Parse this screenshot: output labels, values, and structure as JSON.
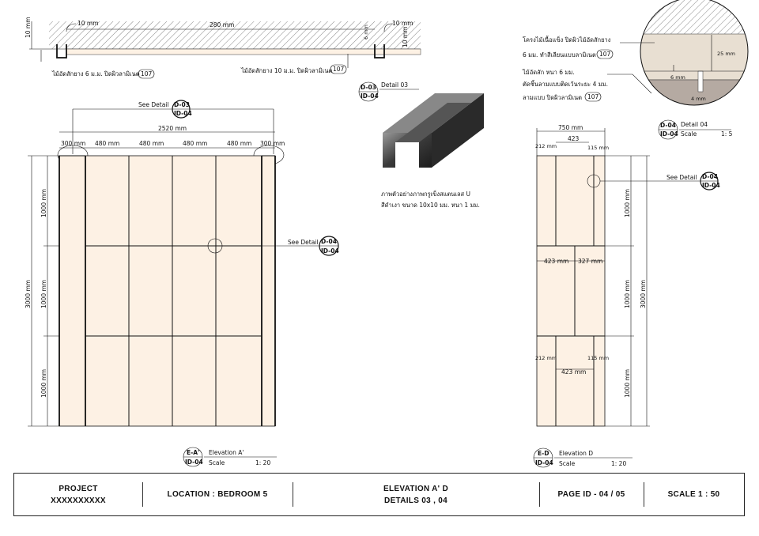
{
  "top_section": {
    "dim_10mm_left": "10 mm",
    "dim_10mm_gap_left": "10 mm",
    "dim_280mm": "280 mm",
    "dim_6mm": "6 mm",
    "dim_10mm_right_a": "10 mm",
    "dim_10mm_right_b": "10 mm",
    "note_left_thai": "ไม้อัดสักยาง 6 ม.ม. ปิดผิวลามิเนต",
    "note_left_tag": "107",
    "note_right_thai": "ไม้อัดสักยาง 10 ม.ม. ปิดผิวลามิเนต",
    "note_right_tag": "107"
  },
  "detail_03": {
    "tag_top": "D-03",
    "tag_bottom": "ID-04",
    "title": "Detail 03",
    "caption_line1": "ภาพตัวอย่างภาพกรูเข็งสแตนเลส U",
    "caption_line2": "สีดำเงา ขนาด 10x10 มม. หนา 1 มม."
  },
  "detail_04": {
    "note1_line1": "โครงไม้เนื้อแข็ง ปิดผิวไม้อัดสักยาง",
    "note1_line2": "6 มม. ทำสีเลียนแบบลามิเนต",
    "note1_tag": "107",
    "note2_line1": "ไม้อัดสัก หนา 6 มม.",
    "note2_line2": "ตัดชิ้นลามแบบติดเว้นระยะ 4 มม.",
    "note2_line3": "ลามแบบ ปิดผิวลามิเนต",
    "note2_tag": "107",
    "dim_25mm": "25 mm",
    "dim_6mm": "6 mm",
    "dim_4mm": "4 mm",
    "tag_top": "D-04",
    "tag_bottom": "ID-04",
    "title": "Detail 04",
    "scale_label": "Scale",
    "scale_value": "1: 5"
  },
  "elevation_a": {
    "see_detail_d03_label": "See Detail",
    "see_detail_d03_top": "D-03",
    "see_detail_d03_bottom": "ID-04",
    "dim_total": "2520 mm",
    "dim_cols": [
      "300 mm",
      "480 mm",
      "480 mm",
      "480 mm",
      "480 mm",
      "300 mm"
    ],
    "dim_height_total": "3000 mm",
    "dim_rows": [
      "1000 mm",
      "1000 mm",
      "1000 mm"
    ],
    "see_detail_d04_label": "See Detail",
    "see_detail_d04_top": "D-04",
    "see_detail_d04_bottom": "ID-04",
    "tag_top": "E-A'",
    "tag_bottom": "ID-04",
    "title": "Elevation A'",
    "scale_label": "Scale",
    "scale_value": "1: 20"
  },
  "elevation_d": {
    "dim_total_width": "750 mm",
    "dim_423_top": "423",
    "dim_212_top": "212 mm",
    "dim_115_top": "115 mm",
    "dim_423_mid": "423 mm",
    "dim_327_mid": "327 mm",
    "dim_212_low": "212 mm",
    "dim_115_low": "115 mm",
    "dim_423_low": "423 mm",
    "dim_rows": [
      "1000 mm",
      "1000 mm",
      "1000 mm"
    ],
    "dim_height_total": "3000 mm",
    "see_detail_label": "See Detail",
    "see_detail_top": "D-04",
    "see_detail_bottom": "ID-04",
    "tag_top": "E-D",
    "tag_bottom": "ID-04",
    "title": "Elevation D",
    "scale_label": "Scale",
    "scale_value": "1: 20"
  },
  "title_block": {
    "project_label": "PROJECT",
    "project_value": "XXXXXXXXXX",
    "location": "LOCATION : BEDROOM 5",
    "sheet_line1": "ELEVATION A' D",
    "sheet_line2": "DETAILS 03 , 04",
    "page_id": "PAGE ID - 04 / 05",
    "scale": "SCALE   1 : 50"
  },
  "colors": {
    "panel_fill": "#fdf1e4",
    "linework": "#111111",
    "detail_frame": "#e8dfd2",
    "detail_core": "#b5aaa2",
    "u_channel": "#3a3a3a"
  }
}
